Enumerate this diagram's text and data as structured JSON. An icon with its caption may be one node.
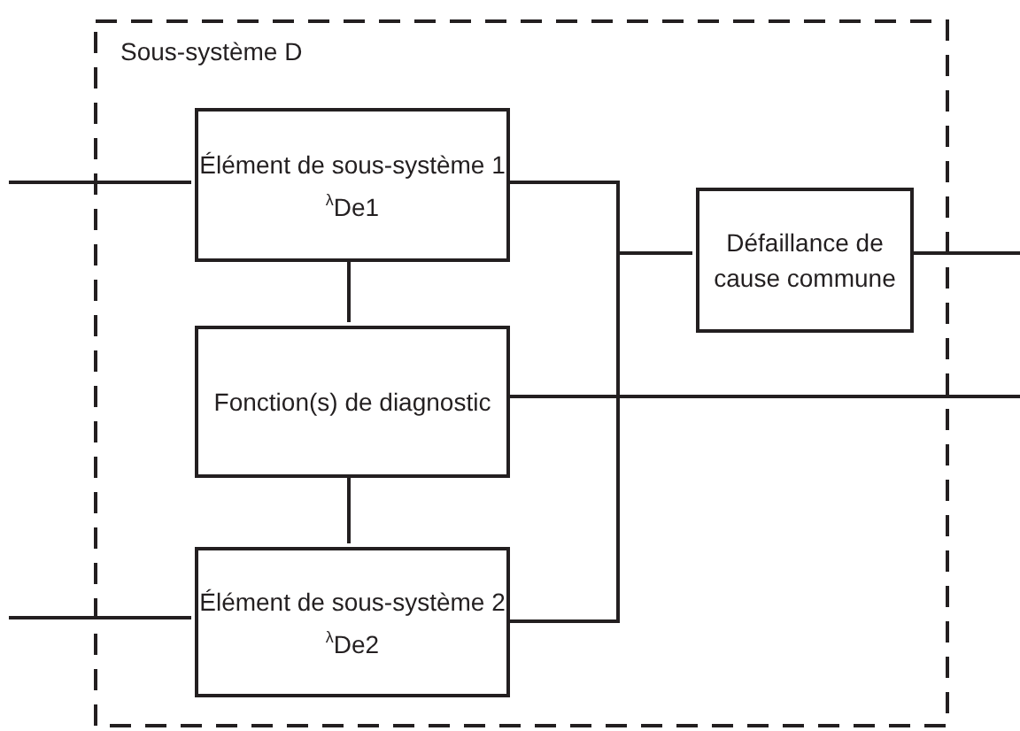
{
  "diagram": {
    "nodes": [
      {
        "text": [
          "Sous-système D"
        ]
      },
      {
        "text": [
          "Élément de sous-système 1",
          "$^{λ}$De1"
        ],
        "in": 0
      },
      {
        "text": [
          "Fonction(s) de diagnostic"
        ],
        "in": 0
      },
      {
        "text": [
          "Élément de sous-système 2",
          "$^{λ}$De2"
        ],
        "in": 0
      },
      {
        "text": [
          "Défaillance de cause commune"
        ],
        "in": 0
      }
    ],
    "edges": [
      {
        "from": null,
        "to": 1,
        "arrow": "none"
      },
      {
        "from": null,
        "to": 3,
        "arrow": "none"
      },
      {
        "from": 1,
        "to": 2,
        "arrow": "none"
      },
      {
        "from": 2,
        "to": 3,
        "arrow": "none"
      },
      {
        "from": 1,
        "to": 4,
        "arrow": "none"
      },
      {
        "from": 3,
        "to": 4,
        "arrow": "none"
      },
      {
        "from": 4,
        "to": null,
        "arrow": "none"
      },
      {
        "from": 2,
        "to": null,
        "arrow": "none"
      }
    ]
  }
}
